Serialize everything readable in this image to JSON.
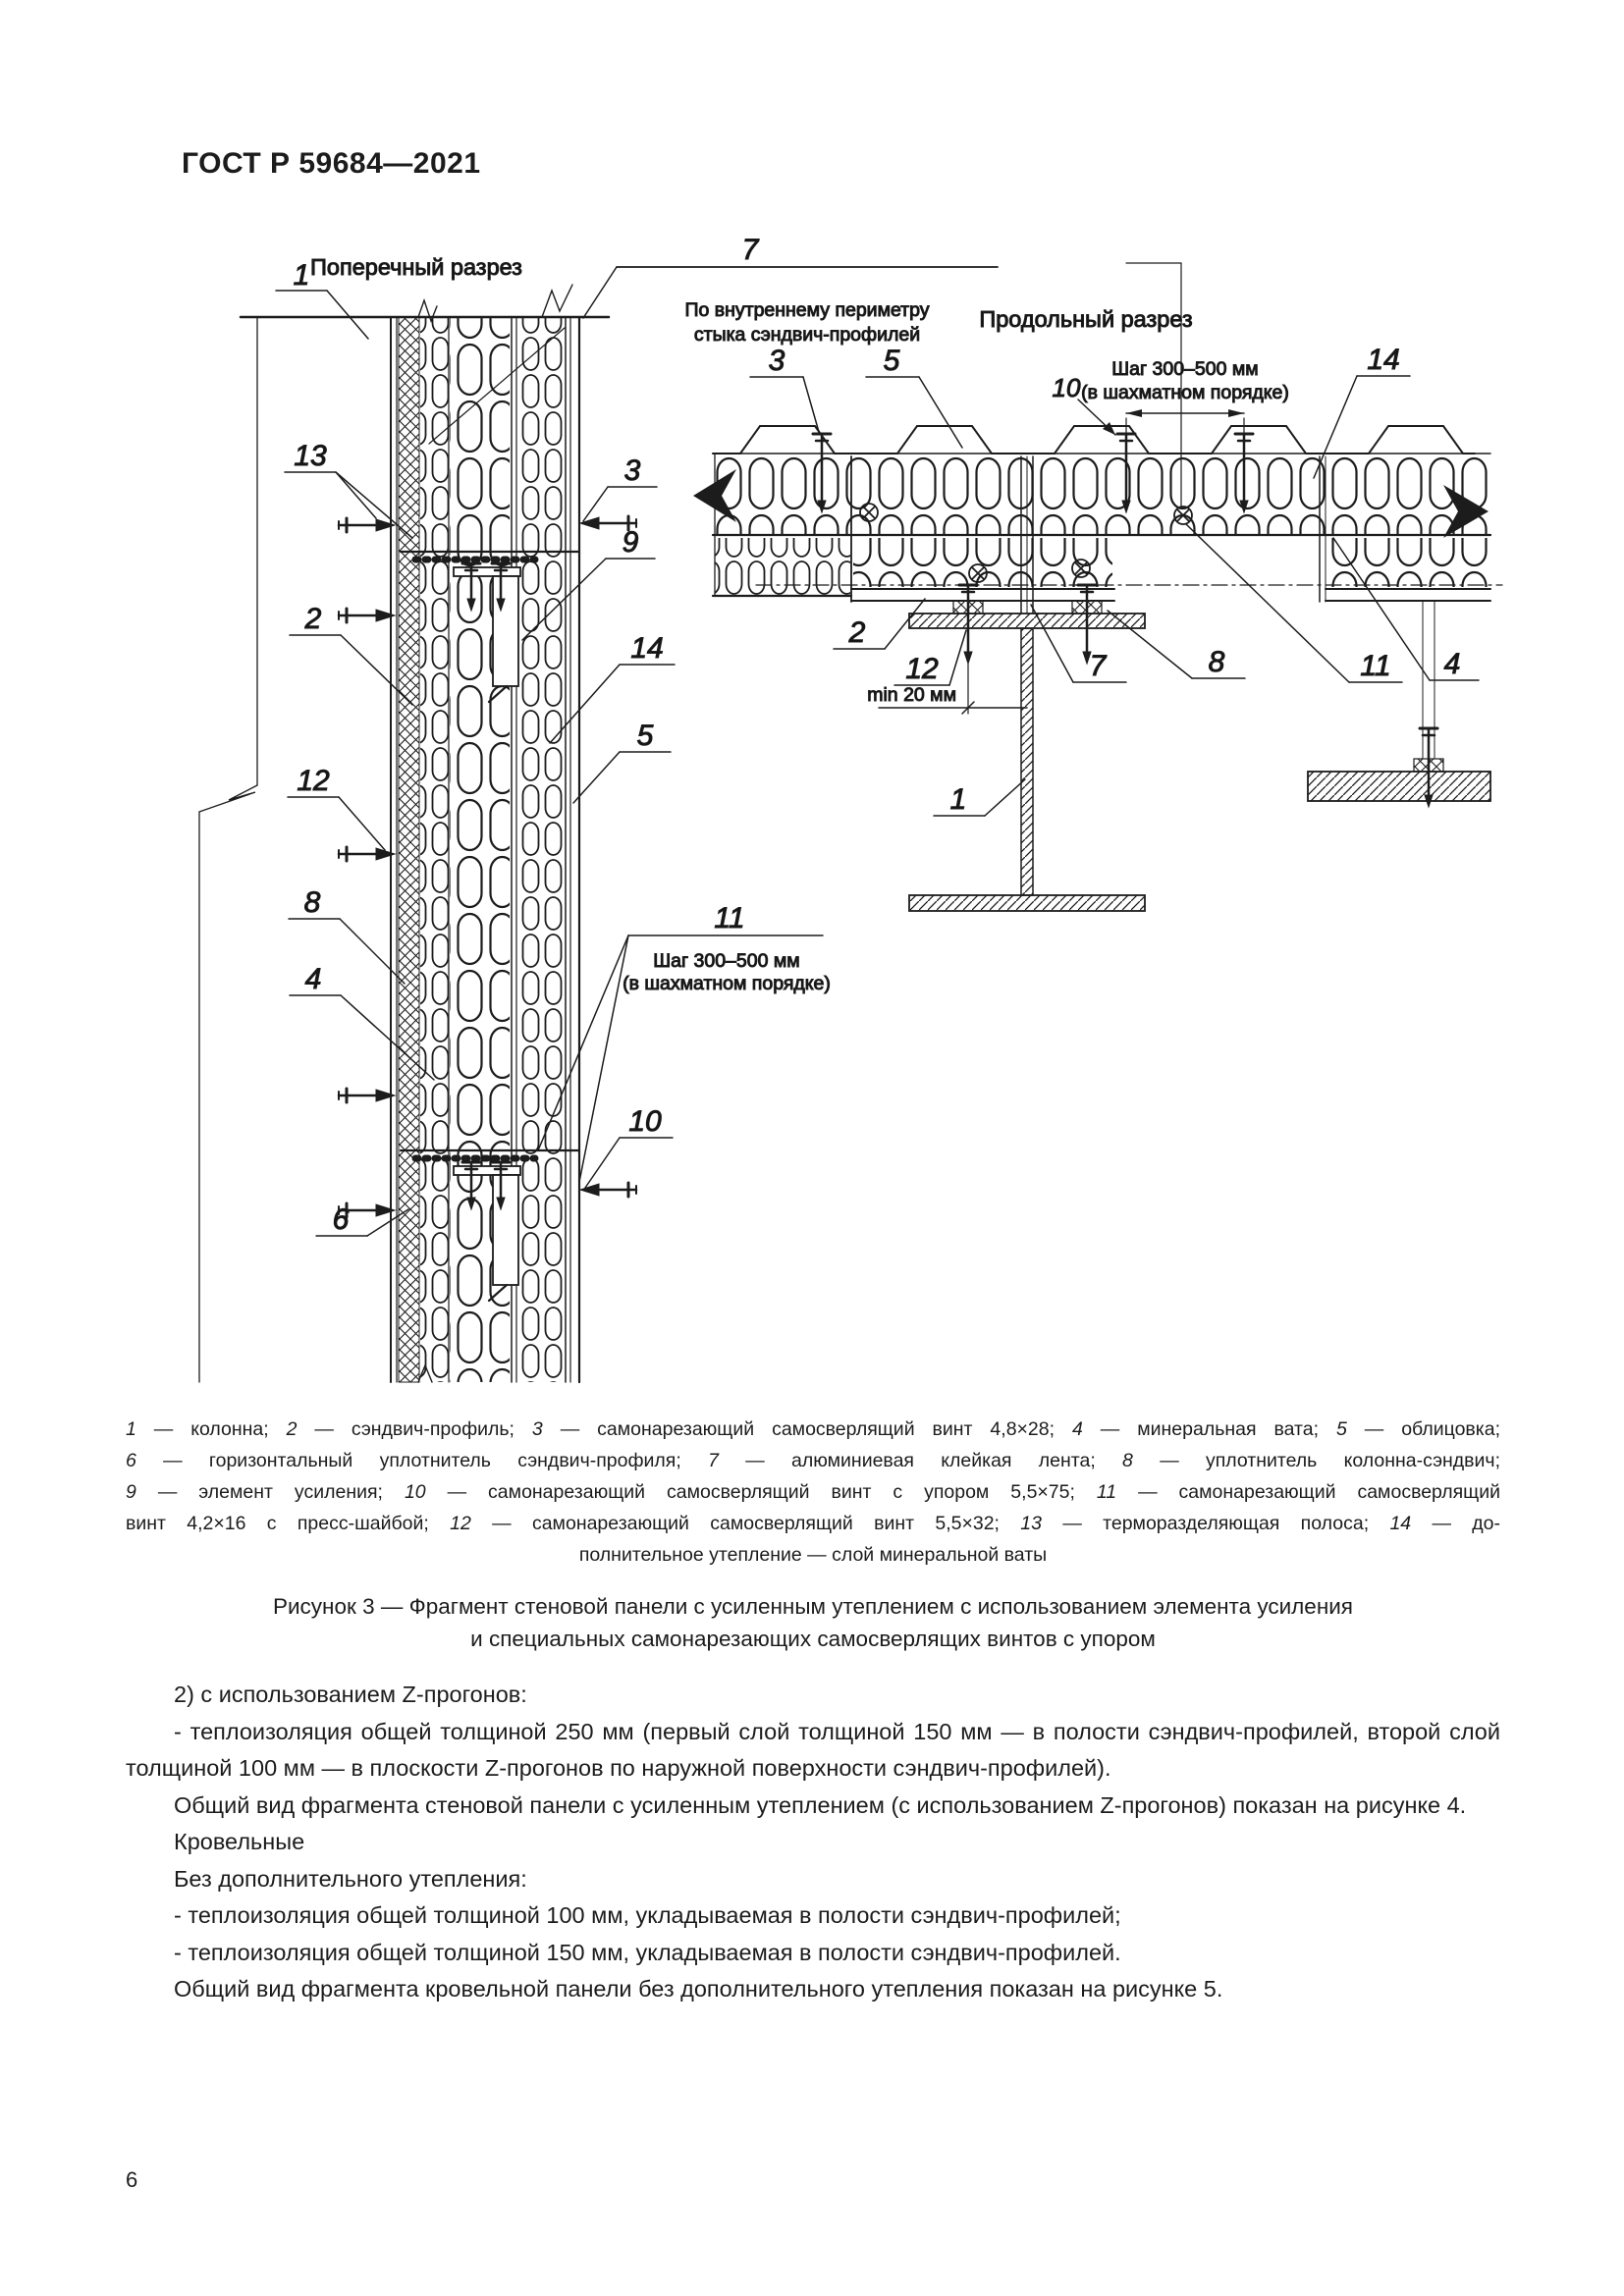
{
  "header": {
    "doc_number": "ГОСТ Р 59684—2021"
  },
  "figure": {
    "lv": {
      "title": "Поперечный разрез",
      "n1": "1",
      "n13": "13",
      "n2": "2",
      "n12": "12",
      "n8": "8",
      "n4": "4",
      "n6": "6",
      "n3": "3",
      "n9": "9",
      "n14": "14",
      "n5": "5",
      "n11": "11",
      "n10": "10",
      "n7": "7",
      "note7a": "По внутреннему периметру",
      "note7b": "стыка сэндвич-профилей",
      "pitch1": "Шаг 300–500 мм",
      "pitch2": "(в шахматном порядке)"
    },
    "rv": {
      "title": "Продольный разрез",
      "n3": "3",
      "n5": "5",
      "n10": "10",
      "n14": "14",
      "n2": "2",
      "n12": "12",
      "n7": "7",
      "n8": "8",
      "n11": "11",
      "n4": "4",
      "n1": "1",
      "pitch1": "Шаг 300–500 мм",
      "pitch2": "(в шахматном порядке)",
      "min_dim": "min 20 мм"
    },
    "legend_lines": [
      "1 — колонна; 2 — сэндвич-профиль; 3 — самонарезающий самосверлящий винт 4,8×28; 4 — минеральная вата; 5 — облицовка;",
      "6 — горизонтальный уплотнитель сэндвич-профиля; 7 — алюминиевая клейкая лента; 8 — уплотнитель колонна-сэндвич;",
      "9 — элемент усиления; 10 — самонарезающий самосверлящий винт с упором 5,5×75; 11 — самонарезающий самосверлящий",
      "винт 4,2×16 с пресс-шайбой; 12 — самонарезающий самосверлящий винт 5,5×32; 13 — терморазделяющая полоса; 14 — до-",
      "полнительное утепление — слой минеральной ваты"
    ],
    "caption_line1": "Рисунок 3 — Фрагмент стеновой панели с усиленным утеплением с использованием элемента усиления",
    "caption_line2": "и специальных самонарезающих самосверлящих винтов с упором"
  },
  "body": {
    "paragraphs": [
      "2) с использованием Z-прогонов:",
      "- теплоизоляция общей толщиной 250 мм (первый слой толщиной 150 мм — в полости сэндвич-профилей, второй слой толщиной 100 мм — в плоскости Z-прогонов по наружной поверхности сэндвич-профилей).",
      "Общий вид фрагмента стеновой панели с усиленным утеплением (с использованием Z-прогонов) показан на рисунке 4.",
      "Кровельные",
      "Без дополнительного утепления:",
      "- теплоизоляция общей толщиной 100 мм, укладываемая в полости сэндвич-профилей;",
      "- теплоизоляция общей толщиной 150 мм, укладываемая в полости сэндвич-профилей.",
      "Общий вид фрагмента кровельной панели без дополнительного утепления показан на рисунке 5."
    ]
  },
  "page_number": "6"
}
